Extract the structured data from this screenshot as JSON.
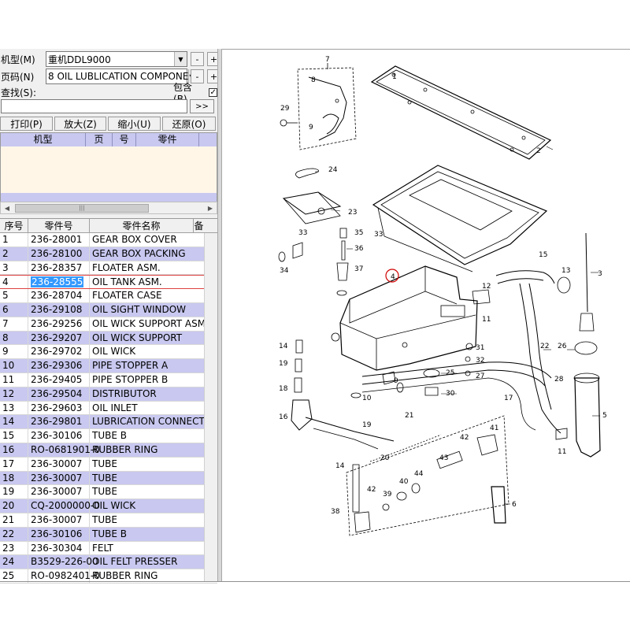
{
  "panel": {
    "model_label": "机型(M)",
    "model_value": "重机DDL9000",
    "page_label": "页码(N)",
    "page_value": "8 OIL LUBLICATION COMPONE",
    "search_label": "查找(S):",
    "contains_label": "包含(B)",
    "contains_checked": "✓",
    "search_value": "",
    "search_go": ">>",
    "minus": "-",
    "plus": "+"
  },
  "toolbar": {
    "print": "打印(P)",
    "zoom_in": "放大(Z)",
    "zoom_out": "缩小(U)",
    "restore": "还原(O)"
  },
  "grid1": {
    "headers": [
      "机型",
      "页",
      "号",
      "零件"
    ]
  },
  "grid2": {
    "headers": [
      "序号",
      "零件号",
      "零件名称",
      "备"
    ],
    "rows": [
      {
        "no": "1",
        "part": "236-28001",
        "name": "GEAR BOX COVER"
      },
      {
        "no": "2",
        "part": "236-28100",
        "name": "GEAR BOX PACKING"
      },
      {
        "no": "3",
        "part": "236-28357",
        "name": "FLOATER ASM."
      },
      {
        "no": "4",
        "part": "236-28555",
        "name": "OIL TANK ASM."
      },
      {
        "no": "5",
        "part": "236-28704",
        "name": "FLOATER CASE"
      },
      {
        "no": "6",
        "part": "236-29108",
        "name": "OIL SIGHT WINDOW"
      },
      {
        "no": "7",
        "part": "236-29256",
        "name": "OIL WICK SUPPORT ASM"
      },
      {
        "no": "8",
        "part": "236-29207",
        "name": "OIL WICK SUPPORT"
      },
      {
        "no": "9",
        "part": "236-29702",
        "name": "OIL WICK"
      },
      {
        "no": "10",
        "part": "236-29306",
        "name": "PIPE STOPPER A"
      },
      {
        "no": "11",
        "part": "236-29405",
        "name": "PIPE STOPPER B"
      },
      {
        "no": "12",
        "part": "236-29504",
        "name": "DISTRIBUTOR"
      },
      {
        "no": "13",
        "part": "236-29603",
        "name": "OIL INLET"
      },
      {
        "no": "14",
        "part": "236-29801",
        "name": "LUBRICATION CONNECT"
      },
      {
        "no": "15",
        "part": "236-30106",
        "name": "TUBE B"
      },
      {
        "no": "16",
        "part": "RO-0681901-0",
        "name": "RUBBER RING"
      },
      {
        "no": "17",
        "part": "236-30007",
        "name": "TUBE"
      },
      {
        "no": "18",
        "part": "236-30007",
        "name": "TUBE"
      },
      {
        "no": "19",
        "part": "236-30007",
        "name": "TUBE"
      },
      {
        "no": "20",
        "part": "CQ-2000000-0",
        "name": "OIL WICK"
      },
      {
        "no": "21",
        "part": "236-30007",
        "name": "TUBE"
      },
      {
        "no": "22",
        "part": "236-30106",
        "name": "TUBE B"
      },
      {
        "no": "23",
        "part": "236-30304",
        "name": "FELT"
      },
      {
        "no": "24",
        "part": "B3529-226-00",
        "name": "OIL FELT PRESSER"
      },
      {
        "no": "25",
        "part": "RO-0982401-0",
        "name": "RUBBER RING"
      }
    ],
    "selected_index": 3
  },
  "diagram": {
    "callouts": [
      "1",
      "2",
      "3",
      "4",
      "5",
      "6",
      "7",
      "8",
      "9",
      "10",
      "11",
      "12",
      "13",
      "14",
      "15",
      "16",
      "17",
      "18",
      "19",
      "20",
      "21",
      "22",
      "23",
      "24",
      "25",
      "26",
      "27",
      "28",
      "29",
      "30",
      "31",
      "32",
      "33",
      "34",
      "35",
      "36",
      "37",
      "38",
      "39",
      "40",
      "41",
      "42",
      "43",
      "44"
    ]
  }
}
